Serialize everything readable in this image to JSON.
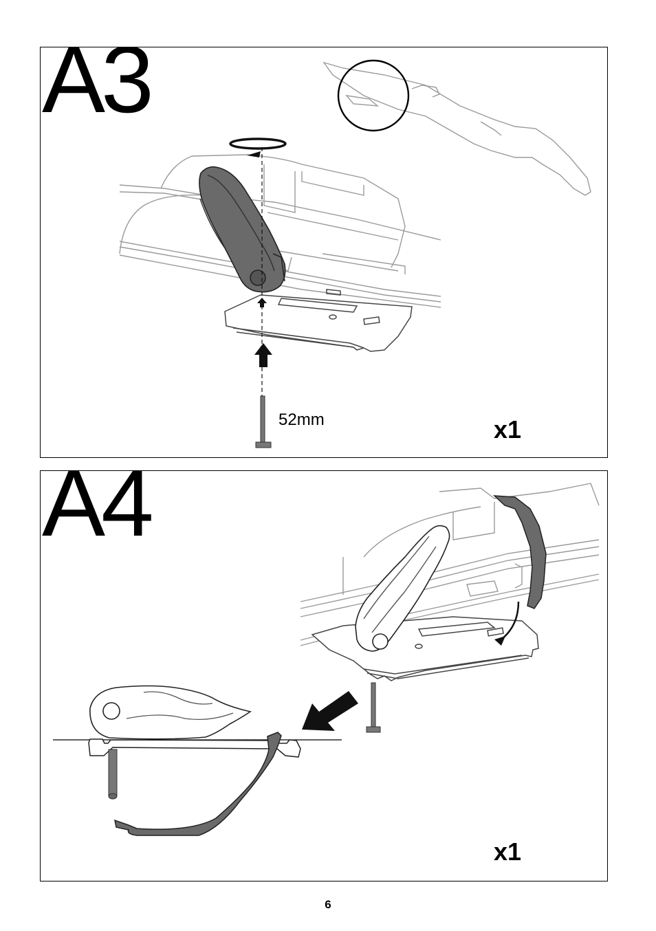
{
  "steps": [
    {
      "id": "A3",
      "label": "A3",
      "quantity": "x1",
      "dimension": "52mm",
      "icons": [
        "rotate-arrow-icon",
        "up-arrow-icon",
        "zoom-circle-icon",
        "wrench-hand-icon",
        "t-bolt-icon"
      ]
    },
    {
      "id": "A4",
      "label": "A4",
      "quantity": "x1",
      "icons": [
        "strap-arrow-icon",
        "direction-arrow-icon",
        "t-bolt-icon"
      ]
    }
  ],
  "page": {
    "number": "6"
  },
  "colors": {
    "line": "#000000",
    "light_outline": "#9a9a9a",
    "part_fill": "#6a6a6a",
    "part_dark": "#444444"
  }
}
